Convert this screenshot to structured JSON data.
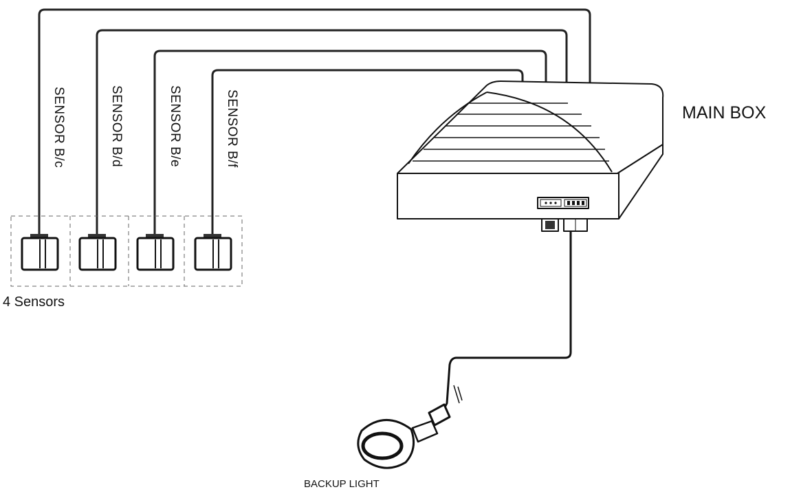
{
  "labels": {
    "main_box": "MAIN BOX",
    "sensors_count": "4 Sensors",
    "backup_light": "BACKUP LIGHT",
    "sensor_c": "SENSOR B/c",
    "sensor_d": "SENSOR B/d",
    "sensor_e": "SENSOR B/e",
    "sensor_f": "SENSOR B/f"
  }
}
